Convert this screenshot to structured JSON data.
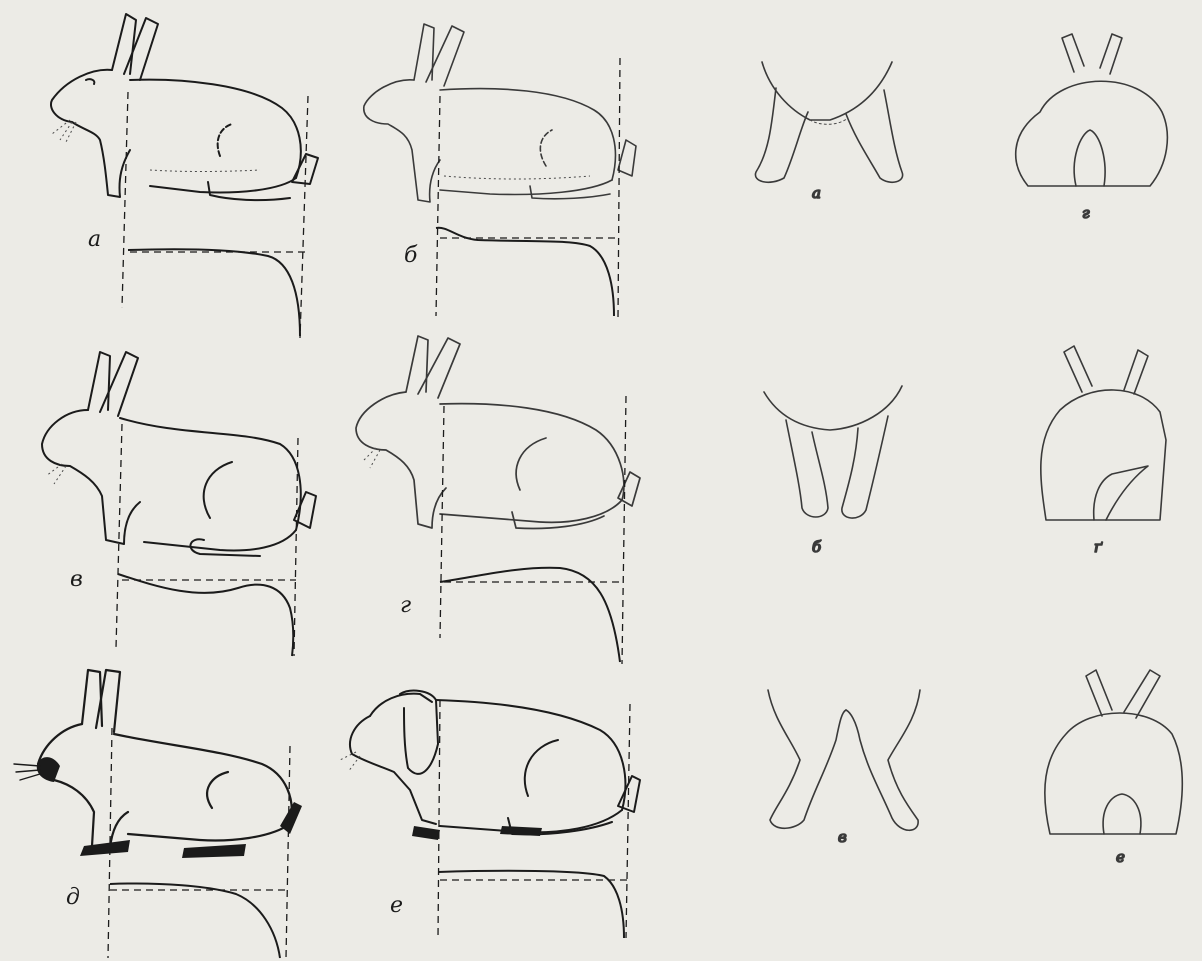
{
  "side_view_labels": [
    "а",
    "б",
    "в",
    "г",
    "д",
    "е"
  ],
  "leg_view_labels": [
    "а",
    "б",
    "в"
  ],
  "rear_view_labels": [
    "г",
    "ґ",
    "е"
  ]
}
